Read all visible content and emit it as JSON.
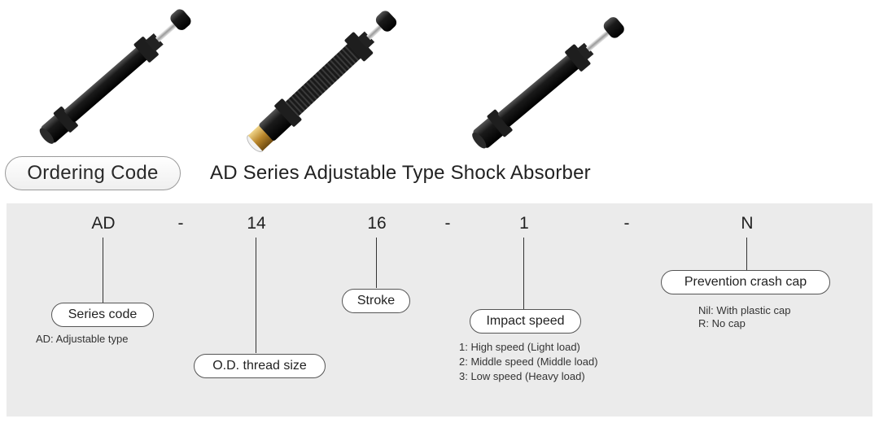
{
  "header": {
    "ordering_code_label": "Ordering Code",
    "series_title": "AD Series Adjustable Type Shock Absorber"
  },
  "products": [
    {
      "name": "shock-absorber-standard"
    },
    {
      "name": "shock-absorber-threaded"
    },
    {
      "name": "shock-absorber-short"
    }
  ],
  "code": {
    "segments": [
      "AD",
      "-",
      "14",
      "16",
      "-",
      "1",
      "-",
      "N"
    ]
  },
  "fields": {
    "series_code": {
      "label": "Series code",
      "notes": [
        "AD: Adjustable type"
      ]
    },
    "thread_size": {
      "label": "O.D. thread size"
    },
    "stroke": {
      "label": "Stroke"
    },
    "impact_speed": {
      "label": "Impact speed",
      "notes": [
        "1: High speed (Light load)",
        "2: Middle speed (Middle load)",
        "3: Low speed (Heavy load)"
      ]
    },
    "crash_cap": {
      "label": "Prevention crash cap",
      "notes": [
        "Nil: With plastic cap",
        "R: No cap"
      ]
    }
  },
  "colors": {
    "panel_bg": "#ebebeb",
    "body_black": "#111111",
    "brass": "#b8852a"
  }
}
